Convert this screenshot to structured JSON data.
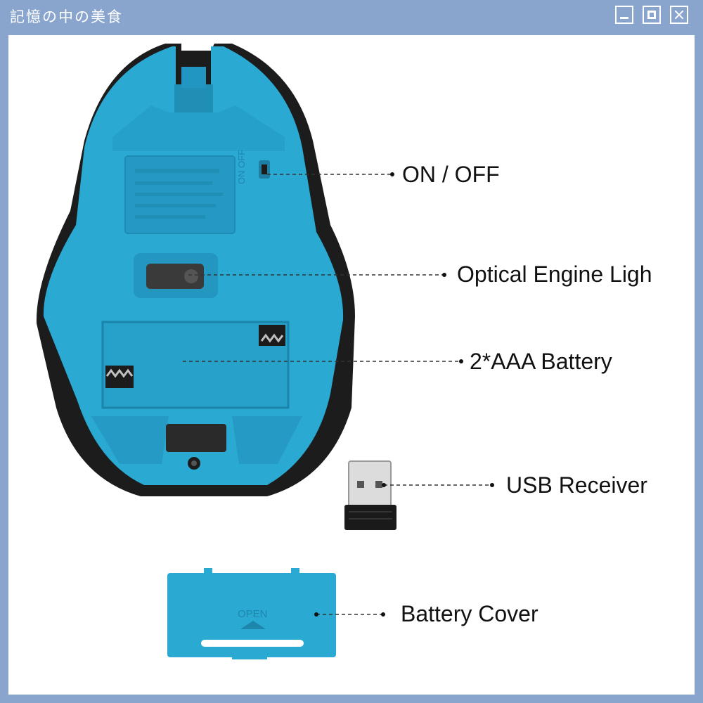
{
  "window": {
    "title": "記憶の中の美食"
  },
  "controls": {
    "minimize": "minimize-icon",
    "maximize": "maximize-icon",
    "close": "close-icon"
  },
  "labels": {
    "on_off": "ON / OFF",
    "optical": "Optical Engine Ligh",
    "battery": "2*AAA  Battery",
    "usb": "USB Receiver",
    "cover": "Battery Cover",
    "cover_text": "OPEN",
    "switch_text": "ON  OFF"
  },
  "colors": {
    "mouse": "#2aa9d2",
    "mouse_dark": "#1f8fb6",
    "shell": "#1c1c1c",
    "frame": "#89a5ce"
  }
}
